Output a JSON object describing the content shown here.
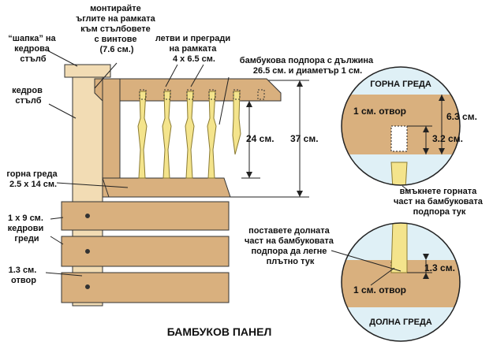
{
  "title": "БАМБУКОВ ПАНЕЛ",
  "labels": {
    "cap": [
      "“шапка” на",
      "кедрова",
      "стълб"
    ],
    "mount_corners": [
      "монтирайте",
      "ъглите на рамката",
      "към стълбовете",
      "с винтове",
      "(7.6 см.)"
    ],
    "laths": [
      "летви и прегради",
      "на рамката",
      "4 x 6.5 см."
    ],
    "bamboo_support": [
      "бамбукова подпора с дължина",
      "26.5 см. и диаметър 1 см."
    ],
    "cedar_post": [
      "кедров",
      "стълб"
    ],
    "top_beam": [
      "горна греда",
      "2.5 x 14 см."
    ],
    "cedar_beams": [
      "1 x 9 см.",
      "кедрови",
      "греди"
    ],
    "hole_small": [
      "1.3 см.",
      "отвор"
    ],
    "dim_24": "24 см.",
    "dim_37": "37 см."
  },
  "detail_top": {
    "header": "ГОРНА ГРЕДА",
    "hole_label": "1 см. отвор",
    "dim_63": "6.3 см.",
    "dim_32": "3.2 см.",
    "note": [
      "вмъкнете горната",
      "част на бамбуковата",
      "подпора тук"
    ]
  },
  "detail_bottom": {
    "note": [
      "поставете долната",
      "част на бамбуковата",
      "подпора да легне",
      "плътно тук"
    ],
    "dim_13": "1.3 см.",
    "hole_label": "1 см. отвор",
    "header": "ДОЛНА ГРЕДА"
  },
  "colors": {
    "wood": "#d9b07e",
    "wood_dark": "#c9a06c",
    "post": "#f2dcb4",
    "bamboo": "#f4e48c",
    "sky": "#dff0f6",
    "line": "#222222"
  }
}
